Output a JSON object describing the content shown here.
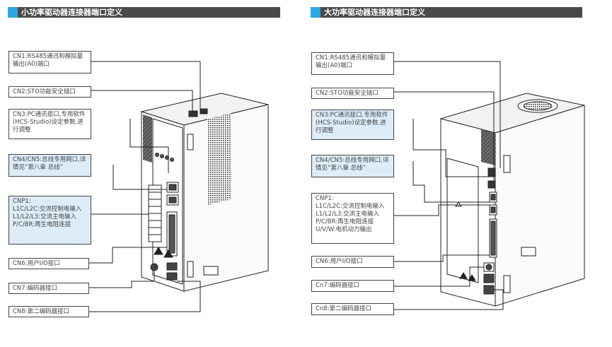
{
  "colors": {
    "accent": "#29a9e0",
    "header_bg": "#4a4a4a",
    "highlight": "#dcecf8"
  },
  "left": {
    "title": "小功率驱动器连接器端口定义",
    "labels": [
      {
        "text": "CN1:RS485通讯和模拟量输出(A0)端口",
        "highlighted": false
      },
      {
        "text": "CN2:STO功能安全插口",
        "highlighted": false
      },
      {
        "text": "CN3:PC通讯接口,专用软件(HCS-Studio)设定参数,进行调整",
        "highlighted": false
      },
      {
        "text": "CN4/CN5:总线专用网口,详情见“第八章 总线”",
        "highlighted": true
      },
      {
        "text": "CNP1:\nL1C/L2C:交流控制电输入\nL1/L2/L3:交流主电输入\nP/C/BR:再生电阻连接",
        "highlighted": true
      },
      {
        "text": "CN6:用户I/O接口",
        "highlighted": false
      },
      {
        "text": "CN7:编码器接口",
        "highlighted": false
      },
      {
        "text": "CN8:第二编码器接口",
        "highlighted": false
      }
    ]
  },
  "right": {
    "title": "大功率驱动器连接器端口定义",
    "labels": [
      {
        "text": "CN1:RS485通讯和模拟量输出(A0)端口",
        "highlighted": false
      },
      {
        "text": "CN2:STO功能安全插口",
        "highlighted": false
      },
      {
        "text": "CN3:PC通讯接口,专用软件(HCS-Studio)设定参数,进行调整",
        "highlighted": true
      },
      {
        "text": "CN4/CN5:总线专用网口,详情见“第八章 总线”",
        "highlighted": true
      },
      {
        "text": "CNP1:\nL1C/L2C:交流控制电输入\nL1/L2/L3:交流主电输入\nP/C/BR:再生电阻连接\nU/V/W:电机动力输出",
        "highlighted": false
      },
      {
        "text": "CN6:用户I/O接口",
        "highlighted": false
      },
      {
        "text": "Cn7:编码器接口",
        "highlighted": false
      },
      {
        "text": "Cn8:第二编码器接口",
        "highlighted": false
      }
    ]
  }
}
